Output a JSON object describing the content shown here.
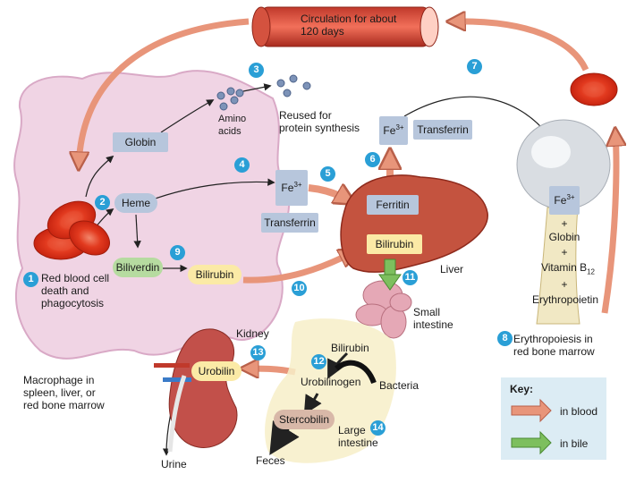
{
  "circulation": "Circulation for about\n120 days",
  "steps": {
    "s1": "Red blood cell\ndeath and\nphagocytosis",
    "s3": "Reused for\nprotein synthesis",
    "s8": "Erythropoiesis in\nred bone marrow",
    "s11": "Small\nintestine",
    "s14": "Large\nintestine"
  },
  "numbers": [
    "1",
    "2",
    "3",
    "4",
    "5",
    "6",
    "7",
    "8",
    "9",
    "10",
    "11",
    "12",
    "13",
    "14"
  ],
  "labels": {
    "globin": "Globin",
    "heme": "Heme",
    "amino_acids": "Amino\nacids",
    "biliverdin": "Biliverdin",
    "bilirubin": "Bilirubin",
    "fe3": "Fe",
    "fe_sup": "3+",
    "transferrin": "Transferrin",
    "ferritin": "Ferritin",
    "liver": "Liver",
    "kidney": "Kidney",
    "urobilin": "Urobilin",
    "urobilinogen": "Urobilinogen",
    "bacteria": "Bacteria",
    "stercobilin": "Stercobilin",
    "urine": "Urine",
    "feces": "Feces",
    "macrophage": "Macrophage in\nspleen, liver, or\nred bone marrow",
    "marrow_plus1": "+",
    "marrow_globin": "Globin",
    "marrow_plus2": "+",
    "vitamin": "Vitamin B",
    "vitamin_sub": "12",
    "marrow_plus3": "+",
    "erythropoietin": "Erythropoietin"
  },
  "key": {
    "title": "Key:",
    "blood": "in blood",
    "bile": "in bile"
  },
  "colors": {
    "blood_arrow": "#e8957a",
    "bile_arrow": "#7dbf5e",
    "macrophage": "#f0d4e4",
    "liver": "#c4533f",
    "box_blue": "#b7c6dc",
    "box_yellow": "#fbeaa6",
    "step_badge": "#2a9fd6"
  }
}
